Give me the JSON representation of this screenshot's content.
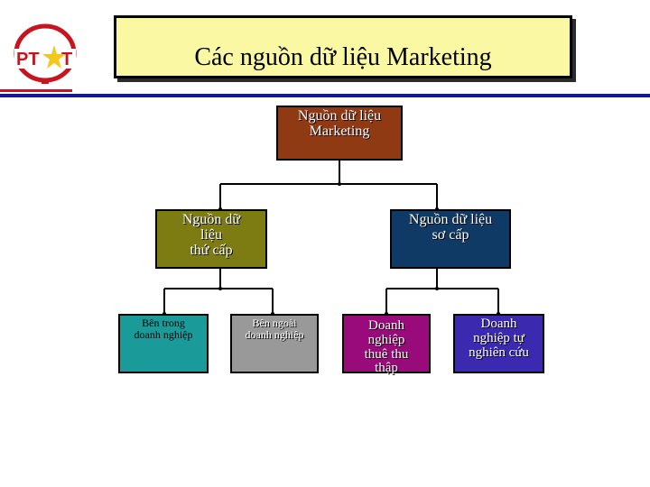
{
  "title": "Các nguồn dữ liệu Marketing",
  "logo": {
    "text_left": "PT",
    "text_right": "T",
    "star": "star-icon"
  },
  "colors": {
    "title_bg": "#fbf8a3",
    "root": "#8f3a13",
    "secondary": "#7c7c13",
    "primary": "#0f3a66",
    "internal": "#1a9a99",
    "external": "#999999",
    "hire": "#990a7a",
    "self": "#3b29b0",
    "accent_blue": "#15179a",
    "accent_red": "#c8141e"
  },
  "nodes": {
    "root": {
      "lines": [
        "Nguồn dữ liệu",
        "Marketing"
      ]
    },
    "secondary": {
      "lines": [
        "Nguồn dữ",
        "liệu",
        "thứ cấp"
      ]
    },
    "primary": {
      "lines": [
        "Nguồn dữ liệu",
        "sơ cấp"
      ]
    },
    "internal": {
      "lines": [
        "Bên trong",
        "doanh nghiệp"
      ]
    },
    "external": {
      "lines": [
        "Bên ngoài",
        "doanh nghiệp"
      ]
    },
    "hire": {
      "lines": [
        "Doanh",
        "nghiệp",
        "thuê thu",
        "thập"
      ]
    },
    "self": {
      "lines": [
        "Doanh",
        "nghiệp tự",
        "nghiên cứu"
      ]
    }
  }
}
